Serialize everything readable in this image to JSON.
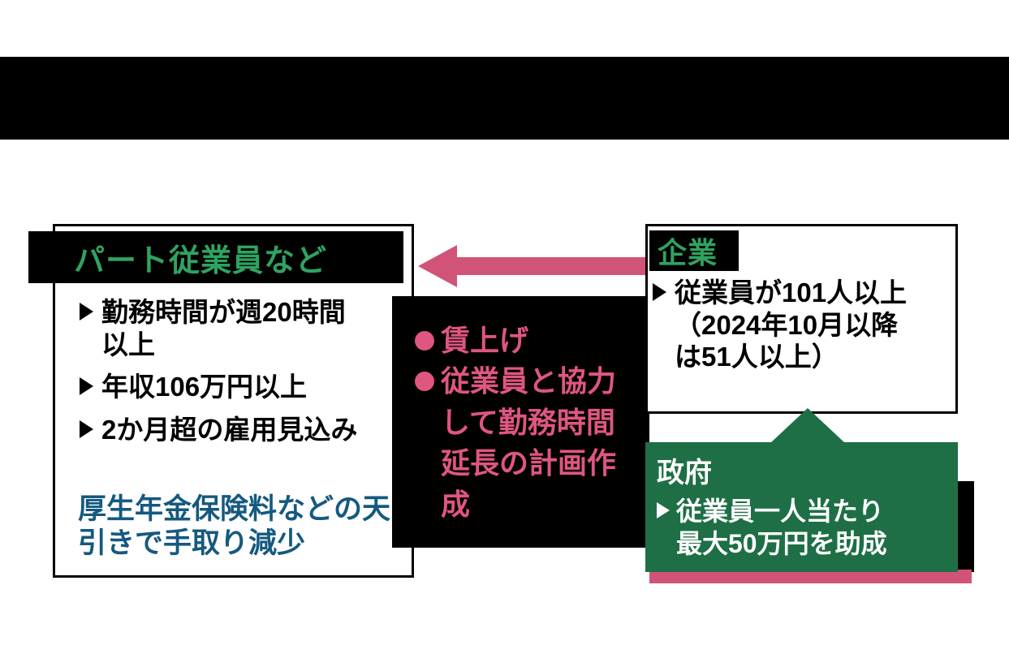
{
  "banner": {
    "bg_color": "#000000"
  },
  "left_panel": {
    "header": "パート従業員など",
    "items": [
      "勤務時間が週20時間以上",
      "年収106万円以上",
      "2か月超の雇用見込み"
    ],
    "note": "厚生年金保険料などの天引きで手取り減少"
  },
  "middle": {
    "actions": [
      "賃上げ",
      "従業員と協力して勤務時間延長の計画作成"
    ]
  },
  "company_panel": {
    "header": "企業",
    "items": [
      "従業員が101人以上（2024年10月以降は51人以上）"
    ]
  },
  "government_panel": {
    "header": "政府",
    "items": [
      "従業員一人当たり最大50万円を助成"
    ]
  },
  "colors": {
    "green_header_text": "#2fa361",
    "government_green": "#1e6f45",
    "pink": "#d25378",
    "pink_text": "#df5680",
    "blue_note_text": "#15597f",
    "black": "#000000",
    "white": "#ffffff"
  }
}
